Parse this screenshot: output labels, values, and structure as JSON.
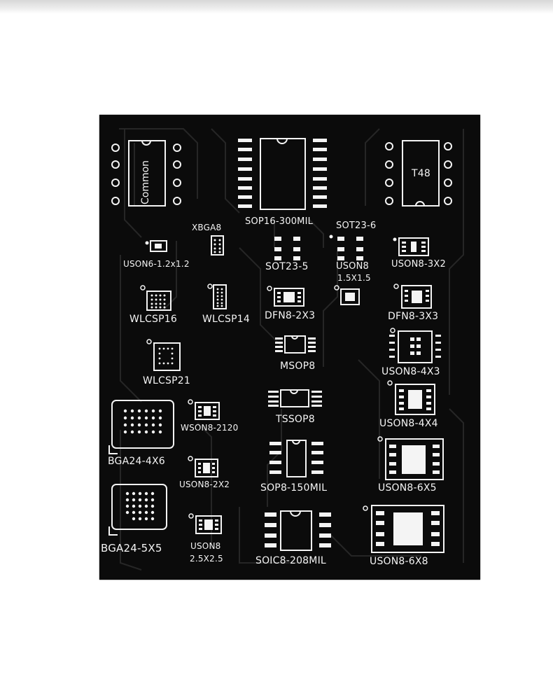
{
  "board": {
    "colors": {
      "background": "#ffffff",
      "pcb": "#0b0b0b",
      "silkscreen": "#f4f4f4",
      "trace": "#2a2a2a"
    },
    "labels": {
      "common": "Common",
      "t48": "T48",
      "sop16": "SOP16-300MIL",
      "xbga8": "XBGA8",
      "sot23_6": "SOT23-6",
      "uson6": "USON6-1.2x1.2",
      "sot23_5": "SOT23-5",
      "uson8_15_a": "USON8",
      "uson8_15_b": "1.5X1.5",
      "uson8_3x2": "USON8-3X2",
      "wlcsp16": "WLCSP16",
      "wlcsp14": "WLCSP14",
      "dfn8_2x3": "DFN8-2X3",
      "dfn8_3x3": "DFN8-3X3",
      "msop8": "MSOP8",
      "uson8_4x3": "USON8-4X3",
      "wlcsp21": "WLCSP21",
      "tssop8": "TSSOP8",
      "wson8": "WSON8-2120",
      "uson8_4x4": "USON8-4X4",
      "bga24_4x6": "BGA24-4X6",
      "uson8_2x2": "USON8-2X2",
      "sop8": "SOP8-150MIL",
      "uson8_6x5": "USON8-6X5",
      "bga24_5x5": "BGA24-5X5",
      "uson8_25_a": "USON8",
      "uson8_25_b": "2.5X2.5",
      "soic8": "SOIC8-208MIL",
      "uson8_6x8": "USON8-6X8"
    }
  }
}
